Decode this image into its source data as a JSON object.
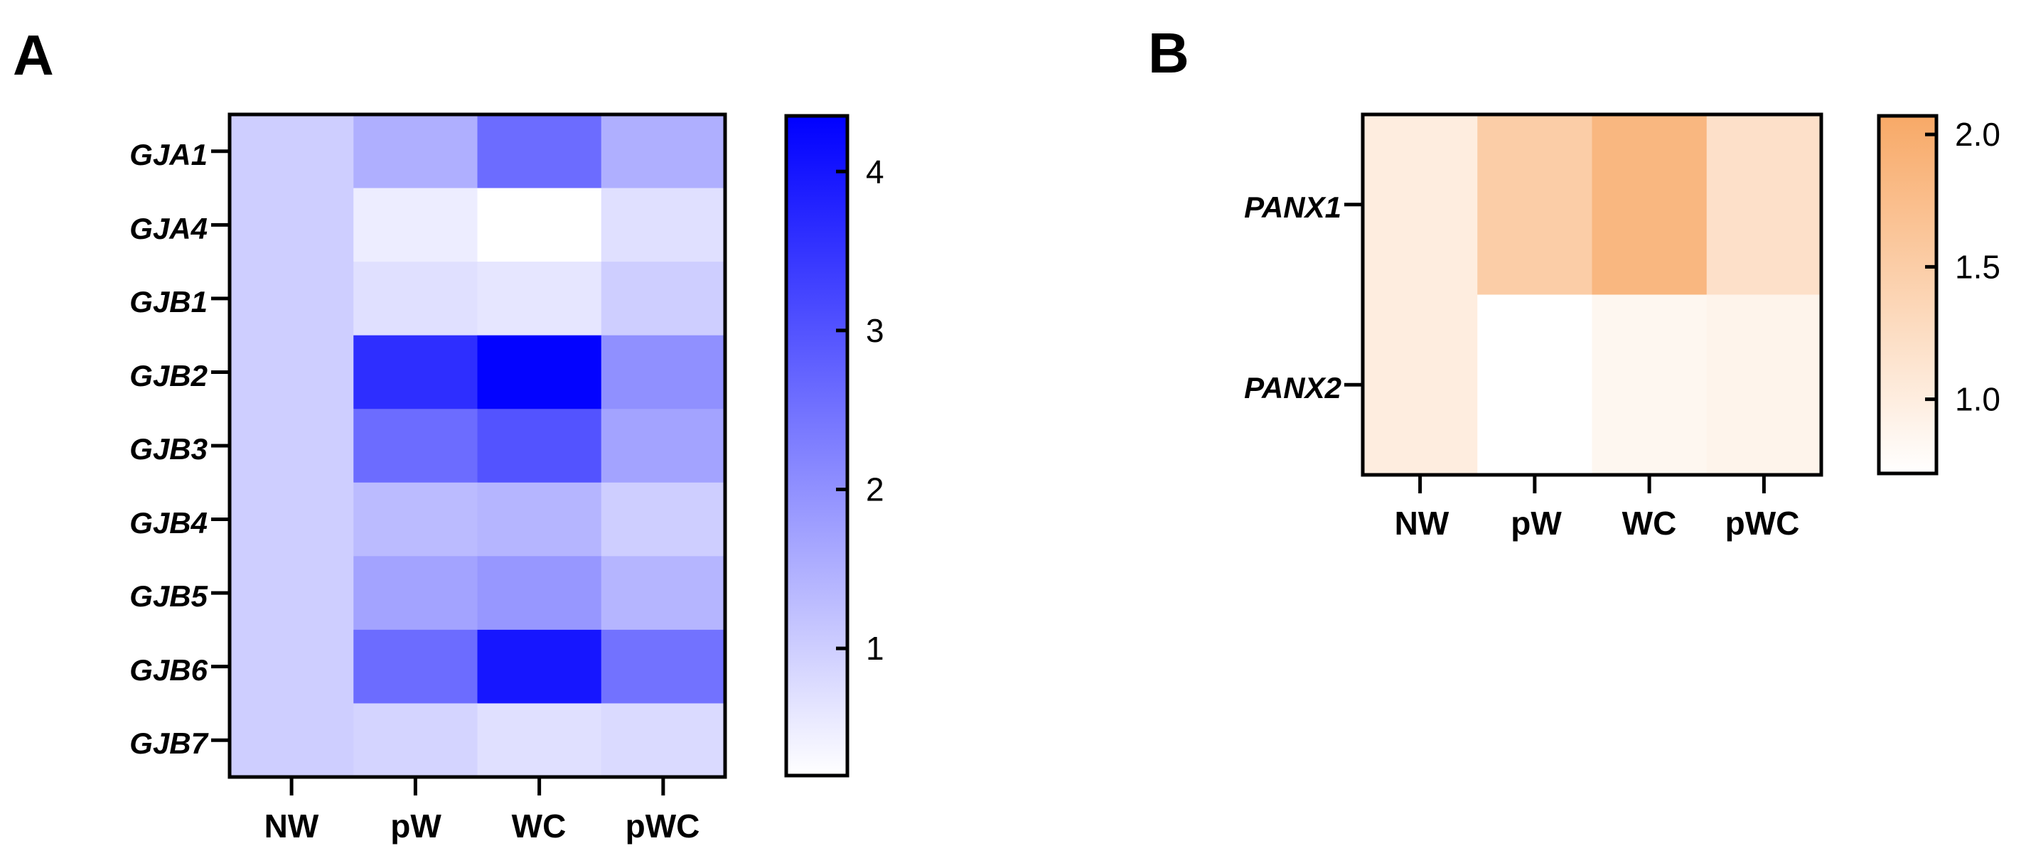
{
  "chart_data": [
    {
      "panel": "A",
      "type": "heatmap",
      "categories": [
        "NW",
        "pW",
        "WC",
        "pWC"
      ],
      "rows": [
        "GJA1",
        "GJA4",
        "GJB1",
        "GJB2",
        "GJB3",
        "GJB4",
        "GJB5",
        "GJB6",
        "GJB7"
      ],
      "values": [
        [
          1.0,
          1.5,
          2.6,
          1.5
        ],
        [
          1.0,
          0.5,
          0.2,
          0.7
        ],
        [
          1.0,
          0.7,
          0.6,
          1.0
        ],
        [
          1.0,
          3.6,
          4.3,
          2.0
        ],
        [
          1.0,
          2.6,
          3.0,
          1.7
        ],
        [
          1.0,
          1.3,
          1.4,
          1.0
        ],
        [
          1.0,
          1.7,
          1.9,
          1.4
        ],
        [
          1.0,
          2.6,
          4.0,
          2.5
        ],
        [
          1.0,
          0.9,
          0.7,
          0.8
        ]
      ],
      "colorbar": {
        "min": 0.2,
        "max": 4.35,
        "ticks": [
          1,
          2,
          3,
          4
        ],
        "color_low": "#ffffff",
        "color_high": "#0000ff"
      }
    },
    {
      "panel": "B",
      "type": "heatmap",
      "categories": [
        "NW",
        "pW",
        "WC",
        "pWC"
      ],
      "rows": [
        "PANX1",
        "PANX2"
      ],
      "values": [
        [
          1.0,
          1.5,
          1.85,
          1.2
        ],
        [
          1.0,
          0.72,
          0.85,
          0.9
        ]
      ],
      "colorbar": {
        "min": 0.72,
        "max": 2.07,
        "ticks": [
          "1.0",
          "1.5",
          "2.0"
        ],
        "color_low": "#ffffff",
        "color_high": "#f8a967"
      }
    }
  ]
}
